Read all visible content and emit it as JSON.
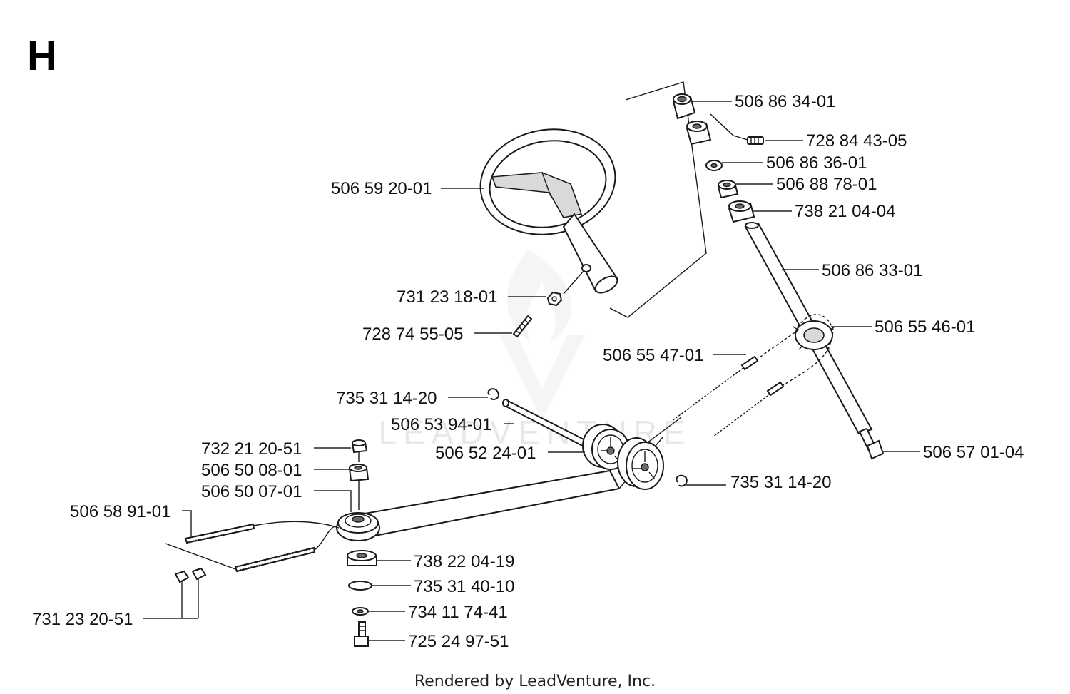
{
  "section_letter": "H",
  "footer": "Rendered by LeadVenture, Inc.",
  "watermark": "LEADVENTURE",
  "parts": [
    {
      "id": "p1",
      "label": "506 86 34-01"
    },
    {
      "id": "p2",
      "label": "728 84 43-05"
    },
    {
      "id": "p3",
      "label": "506 86 36-01"
    },
    {
      "id": "p4",
      "label": "506 88 78-01"
    },
    {
      "id": "p5",
      "label": "738 21 04-04"
    },
    {
      "id": "p6",
      "label": "506 59 20-01"
    },
    {
      "id": "p7",
      "label": "506 86 33-01"
    },
    {
      "id": "p8",
      "label": "731 23 18-01"
    },
    {
      "id": "p9",
      "label": "728 74 55-05"
    },
    {
      "id": "p10",
      "label": "506 55 46-01"
    },
    {
      "id": "p11",
      "label": "506 55 47-01"
    },
    {
      "id": "p12",
      "label": "735 31 14-20"
    },
    {
      "id": "p13",
      "label": "506 53 94-01"
    },
    {
      "id": "p14",
      "label": "732 21 20-51"
    },
    {
      "id": "p15",
      "label": "506 52 24-01"
    },
    {
      "id": "p16",
      "label": "506 57 01-04"
    },
    {
      "id": "p17",
      "label": "506 50 08-01"
    },
    {
      "id": "p18",
      "label": "735 31 14-20"
    },
    {
      "id": "p19",
      "label": "506 50 07-01"
    },
    {
      "id": "p20",
      "label": "506 58 91-01"
    },
    {
      "id": "p21",
      "label": "738 22 04-19"
    },
    {
      "id": "p22",
      "label": "735 31 40-10"
    },
    {
      "id": "p23",
      "label": "734 11 74-41"
    },
    {
      "id": "p24",
      "label": "731 23 20-51"
    },
    {
      "id": "p25",
      "label": "725 24 97-51"
    }
  ]
}
